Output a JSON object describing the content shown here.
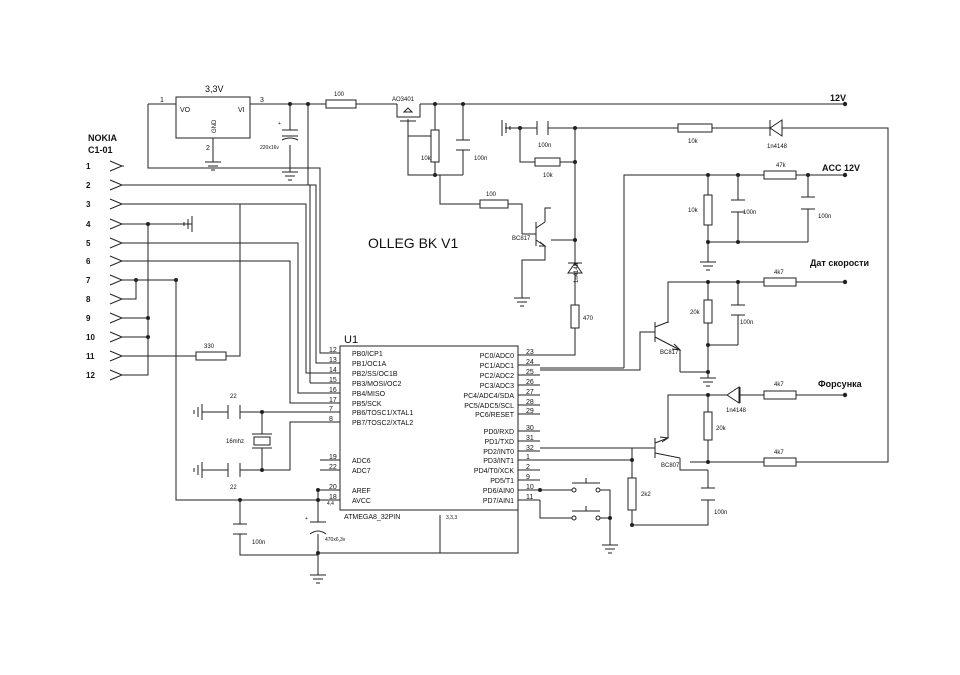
{
  "title": "OLLEG BK V1",
  "connector": {
    "name_line1": "NOKIA",
    "name_line2": "C1-01",
    "pins": [
      "1",
      "2",
      "3",
      "4",
      "5",
      "6",
      "7",
      "8",
      "9",
      "10",
      "11",
      "12"
    ]
  },
  "regulator": {
    "value": "3,3V",
    "vo": "VO",
    "vi": "VI",
    "gnd": "GND",
    "pin1": "1",
    "pin2": "2",
    "pin3": "3"
  },
  "mcu": {
    "ref": "U1",
    "part": "ATMEGA8_32PIN",
    "small_label": "4,4",
    "small_label2": "3,3,3",
    "left_pins": [
      {
        "num": "12",
        "name": "PB0/ICP1"
      },
      {
        "num": "13",
        "name": "PB1/OC1A"
      },
      {
        "num": "14",
        "name": "PB2/SS/OC1B"
      },
      {
        "num": "15",
        "name": "PB3/MOSI/OC2"
      },
      {
        "num": "16",
        "name": "PB4/MISO"
      },
      {
        "num": "17",
        "name": "PB5/SCK"
      },
      {
        "num": "7",
        "name": "PB6/TOSC1/XTAL1"
      },
      {
        "num": "8",
        "name": "PB7/TOSC2/XTAL2"
      },
      {
        "num": "19",
        "name": "ADC6"
      },
      {
        "num": "22",
        "name": "ADC7"
      },
      {
        "num": "20",
        "name": "AREF"
      },
      {
        "num": "18",
        "name": "AVCC"
      }
    ],
    "right_pins": [
      {
        "num": "23",
        "name": "PC0/ADC0"
      },
      {
        "num": "24",
        "name": "PC1/ADC1"
      },
      {
        "num": "25",
        "name": "PC2/ADC2"
      },
      {
        "num": "26",
        "name": "PC3/ADC3"
      },
      {
        "num": "27",
        "name": "PC4/ADC4/SDA"
      },
      {
        "num": "28",
        "name": "PC5/ADC5/SCL"
      },
      {
        "num": "29",
        "name": "PC6/RESET"
      },
      {
        "num": "30",
        "name": "PD0/RXD"
      },
      {
        "num": "31",
        "name": "PD1/TXD"
      },
      {
        "num": "32",
        "name": "PD2/INT0"
      },
      {
        "num": "1",
        "name": "PD3/INT1"
      },
      {
        "num": "2",
        "name": "PD4/T0/XCK"
      },
      {
        "num": "9",
        "name": "PD5/T1"
      },
      {
        "num": "10",
        "name": "PD6/AIN0"
      },
      {
        "num": "11",
        "name": "PD7/AIN1"
      }
    ]
  },
  "components": {
    "c_220": "220x16v",
    "r_100_top": "100",
    "mosfet": "AO3401",
    "r_10k_mos": "10k",
    "c_100n_mos": "100n",
    "c_100n_top": "100n",
    "r_10k_top": "10k",
    "r_10k_diode": "10k",
    "d_top": "1n4148",
    "r_100_base": "100",
    "q1": "BC817",
    "d_mid": "1n4148",
    "r_470": "470",
    "r_47k": "47k",
    "r_10k_acc": "10k",
    "c_100n_acc1": "100n",
    "c_100n_acc2": "100n",
    "r_4k7_speed": "4k7",
    "r_20k_speed": "20k",
    "c_100n_speed": "100n",
    "q2": "BC817",
    "d_inj": "1n4148",
    "r_4k7_inj": "4k7",
    "r_20k_inj": "20k",
    "q3": "BC807",
    "r_4k7_low": "4k7",
    "r_2k2": "2k2",
    "c_100n_low": "100n",
    "c_22_top": "22",
    "c_22_bot": "22",
    "crystal": "16mhz",
    "r_330": "330",
    "c_100n_avcc": "100n",
    "c_470": "470x6,3v"
  },
  "nets": {
    "v12": "12V",
    "acc": "ACC 12V",
    "speed": "Дат скорости",
    "injector": "Форсунка"
  }
}
